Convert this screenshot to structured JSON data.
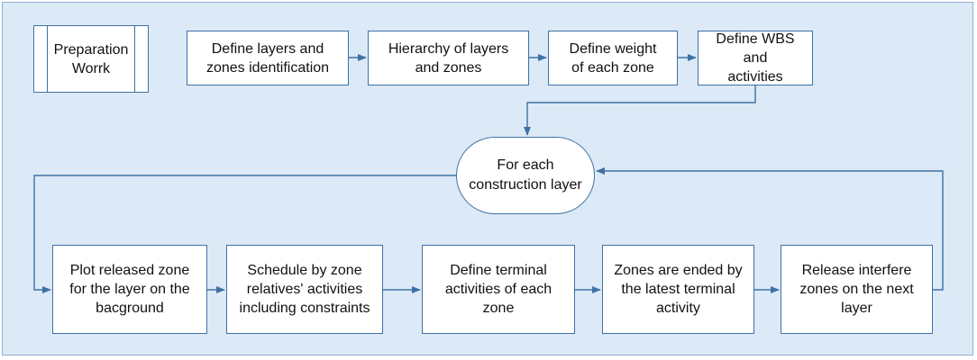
{
  "diagram": {
    "preparation": {
      "label": "Preparation\nWorrk"
    },
    "top_row": [
      {
        "label": "Define layers and\nzones identification"
      },
      {
        "label": "Hierarchy of layers\nand zones"
      },
      {
        "label": "Define weight\nof each zone"
      },
      {
        "label": "Define WBS and\nactivities"
      }
    ],
    "loop": {
      "label": "For each\nconstruction layer"
    },
    "bottom_row": [
      {
        "label": "Plot released zone\nfor the layer on the\nbacground"
      },
      {
        "label": "Schedule by zone\nrelatives' activities\nincluding constraints"
      },
      {
        "label": "Define terminal\nactivities of each\nzone"
      },
      {
        "label": "Zones are ended by\nthe latest terminal\nactivity"
      },
      {
        "label": "Release  interfere\nzones on the next\nlayer"
      }
    ],
    "colors": {
      "background": "#dce9f6",
      "stroke": "#3e72a6",
      "box_fill": "#ffffff"
    }
  }
}
